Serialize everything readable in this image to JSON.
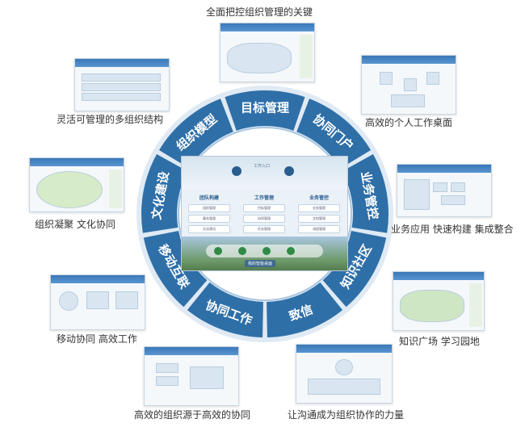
{
  "ring_labels": [
    "目标管理",
    "协同门户",
    "业务管控",
    "知识社区",
    "致信",
    "协同工作",
    "移动互联",
    "文化建设",
    "组织模型"
  ],
  "captions": {
    "top": "全面把控组织管理的关键",
    "top_right": "高效的个人工作桌面",
    "right": "业务应用 快速构建 集成整合",
    "bottom_right": "知识广场 学习园地",
    "bottom": "让沟通成为组织协作的力量",
    "bottom_left": "高效的组织源于高效的协同",
    "left_low": "移动协同 高效工作",
    "left": "组织凝聚 文化协同",
    "top_left": "灵活可管理的多组织结构"
  },
  "center_screen": {
    "title": "工作入口",
    "columns": [
      {
        "heading": "团队构建",
        "items": [
          "组织管理",
          "事务管理",
          "文化建设"
        ]
      },
      {
        "heading": "工作管理",
        "items": [
          "目标管理",
          "协同管理",
          "任务管理"
        ]
      },
      {
        "heading": "业务管控",
        "items": [
          "业务管理",
          "文档管理",
          "流程管理"
        ]
      }
    ],
    "footer": "我的智能桌面"
  },
  "colors": {
    "ring": "#2f6fa8",
    "ring_light": "#6fa7d8",
    "text": "#333333"
  }
}
